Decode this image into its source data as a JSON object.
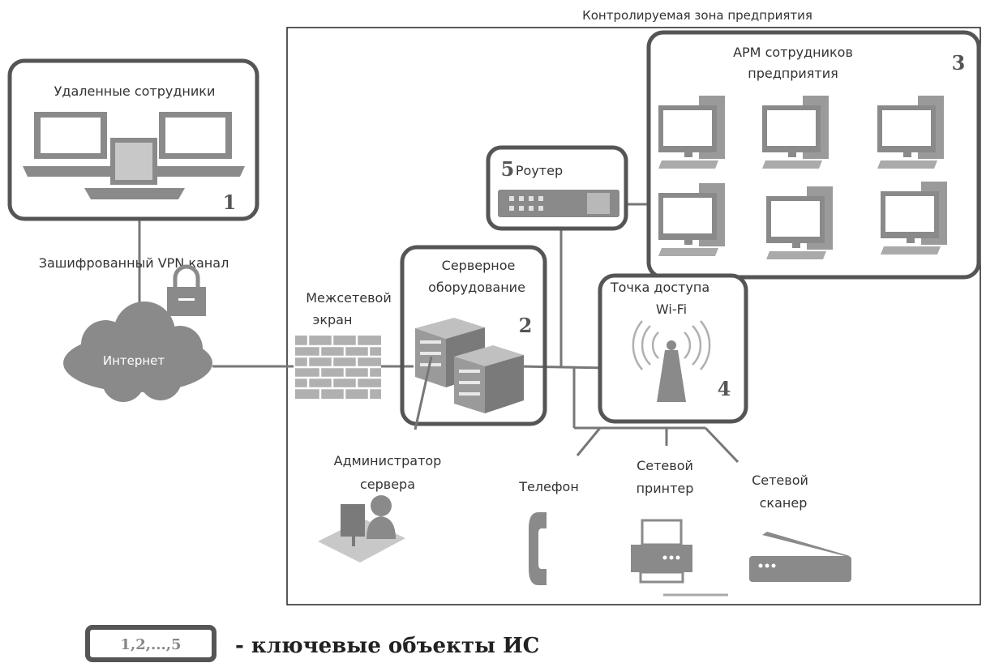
{
  "zone_title": "Контролируемая зона предприятия",
  "nodes": {
    "remote": {
      "title": "Удаленные сотрудники",
      "num": "1"
    },
    "servers": {
      "line1": "Серверное",
      "line2": "оборудование",
      "num": "2"
    },
    "workstations": {
      "line1": "АРМ сотрудников",
      "line2": "предприятия",
      "num": "3"
    },
    "wifi": {
      "line1": "Точка доступа",
      "line2": "Wi-Fi",
      "num": "4"
    },
    "router": {
      "title": "Роутер",
      "num": "5"
    }
  },
  "labels": {
    "vpn": "Зашифрованный VPN канал",
    "internet": "Интернет",
    "firewall_line1": "Межсетевой",
    "firewall_line2": "экран",
    "admin_line1": "Администратор",
    "admin_line2": "сервера",
    "phone": "Телефон",
    "printer_line1": "Сетевой",
    "printer_line2": "принтер",
    "scanner_line1": "Сетевой",
    "scanner_line2": "сканер"
  },
  "legend": {
    "box_text": "1,2,...,5",
    "text": "- ключевые объекты ИС"
  },
  "colors": {
    "frame": "#555555",
    "device": "#8a8a8a",
    "device_light": "#c8c8c8",
    "line": "#777777"
  }
}
